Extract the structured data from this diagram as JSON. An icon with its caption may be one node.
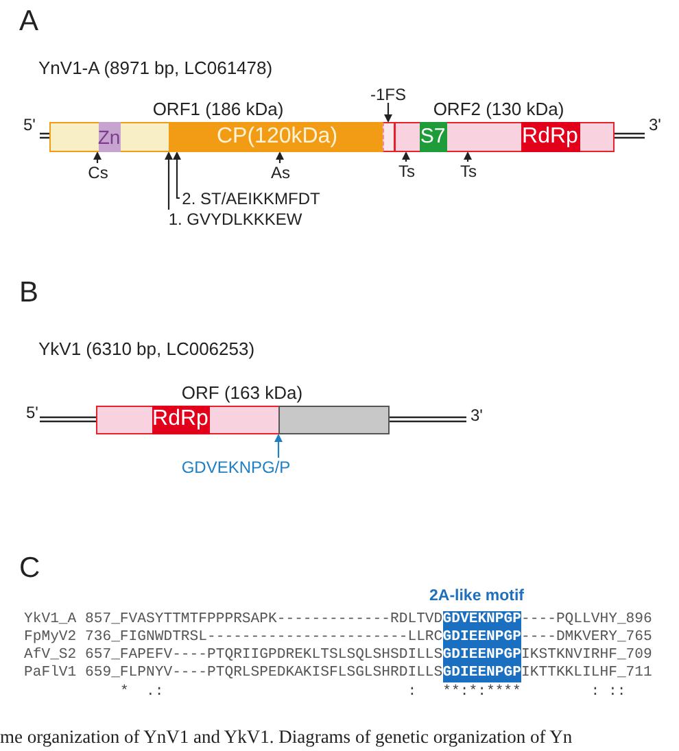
{
  "diagram": {
    "nodes": [
      {
        "text": [
          "ORF1 (186 kDa)"
        ]
      },
      {
        "text": [
          "Zn"
        ],
        "in": 0
      },
      {
        "text": [
          "CP(120kDa)"
        ],
        "in": 0
      },
      {
        "text": [
          "ORF2 (130 kDa)"
        ]
      },
      {
        "text": [
          "S7"
        ],
        "in": 3
      },
      {
        "text": [
          "RdRp"
        ],
        "in": 3
      },
      {
        "text": [
          "Cs"
        ]
      },
      {
        "text": [
          "As"
        ]
      },
      {
        "text": [
          "Ts"
        ]
      },
      {
        "text": [
          "Ts"
        ]
      },
      {
        "text": [
          "2. ST/AEIKKMFDT"
        ]
      },
      {
        "text": [
          "1. GVYDLKKKEW"
        ]
      },
      {
        "text": [
          "-1FS"
        ]
      },
      {
        "text": [
          "ORF (163 kDa)"
        ]
      },
      {
        "text": [
          "RdRp"
        ],
        "in": 13
      },
      {
        "text": [
          "GDVEKNPG/P"
        ]
      },
      {
        "text": [],
        "shape": "box",
        "in": 13
      }
    ],
    "edges": [
      {
        "from": 6,
        "to": 0,
        "arrow": "to"
      },
      {
        "from": 11,
        "to": 0,
        "arrow": "to"
      },
      {
        "from": 10,
        "to": 0,
        "arrow": "to"
      },
      {
        "from": 7,
        "to": 2,
        "arrow": "to"
      },
      {
        "from": 8,
        "to": 3,
        "arrow": "to"
      },
      {
        "from": 9,
        "to": 3,
        "arrow": "to"
      },
      {
        "from": 12,
        "to": 3,
        "arrow": "to"
      },
      {
        "from": 15,
        "to": 13,
        "arrow": "to",
        "color": "#1f7fc4"
      }
    ],
    "labels": [
      "A",
      "YnV1-A (8971 bp, LC061478)",
      "5'",
      "3'",
      "B",
      "YkV1 (6310 bp, LC006253)",
      "5'",
      "3'",
      "C",
      "2A-like motif",
      "YkV1_A 857_FVASYTTMTFPPPRSAPK-------------RDLTVD",
      "GDVEKNPGP",
      "----PQLLVHY_896",
      "FpMyV2 736_FIGNWDTRSL-----------------------LLRC",
      "GDIEENPGP",
      "----DMKVERY_765",
      "AfV_S2 657_FAPEFV----PTQRIIGPDREKLTSLSQLSHSDILLS",
      "GDIEENPGP",
      "IKSTKNVIRHF_709",
      "PaFlV1 659_FLPNYV----PTQRLSPEDKAKISFLSGLSHRDILLS",
      "GDIEENPGP",
      "IKTTKKLILHF_711",
      "*  .:                            :   **:*:****        : ::",
      "me organization of YnV1 and YkV1. Diagrams of genetic organization of Yn"
    ]
  }
}
